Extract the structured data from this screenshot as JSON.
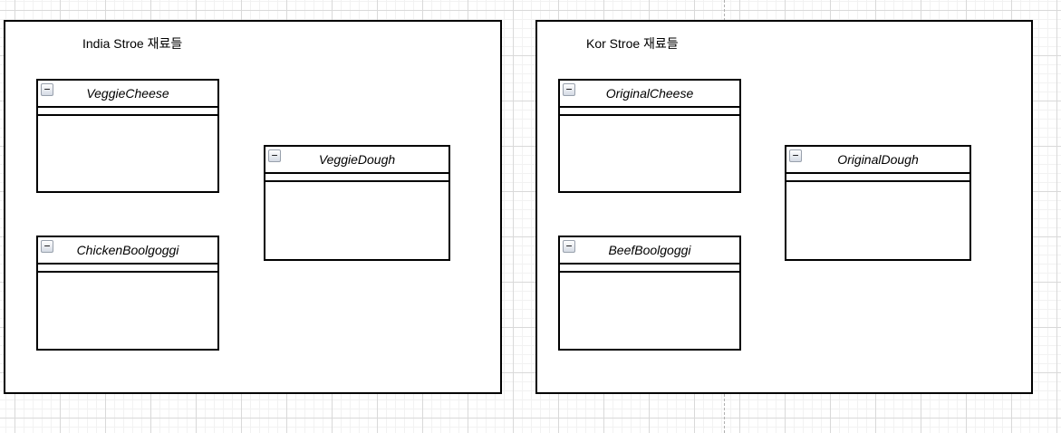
{
  "diagram": {
    "collapse_glyph": "−",
    "containers": [
      {
        "title": "India Stroe 재료들",
        "classes": [
          {
            "name": "VeggieCheese"
          },
          {
            "name": "VeggieDough"
          },
          {
            "name": "ChickenBoolgoggi"
          }
        ]
      },
      {
        "title": "Kor Stroe 재료들",
        "classes": [
          {
            "name": "OriginalCheese"
          },
          {
            "name": "OriginalDough"
          },
          {
            "name": "BeefBoolgoggi"
          }
        ]
      }
    ],
    "colors": {
      "shape_border": "#000000",
      "shape_fill": "#ffffff",
      "grid_minor": "#f2f2f2",
      "grid_major": "#d9d9d9",
      "page_divider_dash": "#b0b0b0",
      "collapse_button_border": "#98a0ac",
      "collapse_button_fill_bottom": "#d4dae4"
    }
  }
}
